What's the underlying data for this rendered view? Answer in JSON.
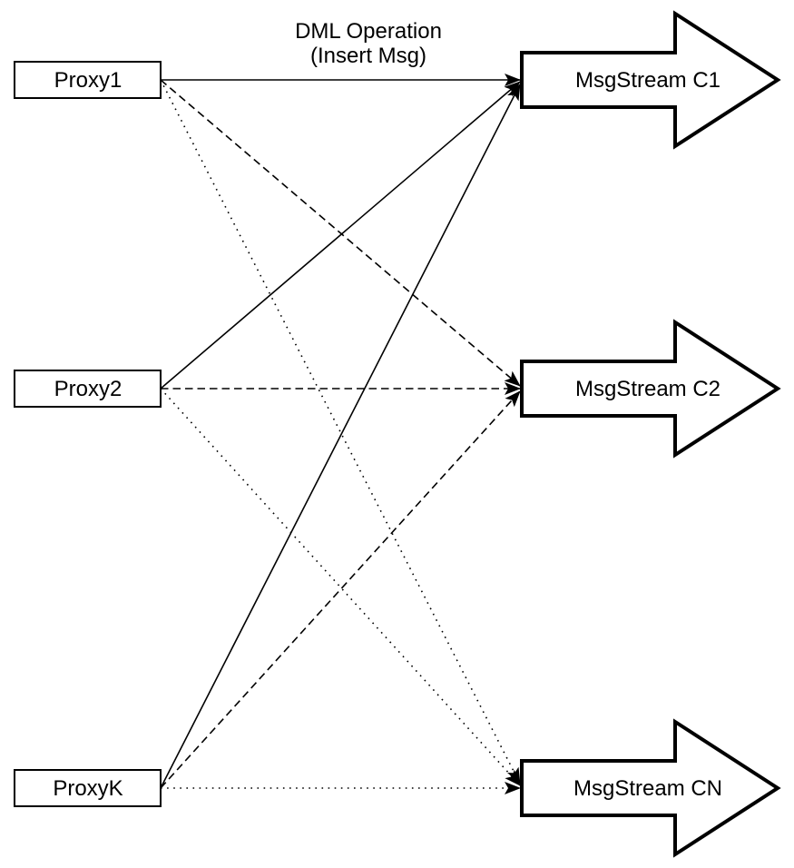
{
  "diagram": {
    "background_color": "#ffffff",
    "stroke_color": "#000000",
    "annotation": {
      "line1": "DML Operation",
      "line2": "(Insert Msg)"
    },
    "proxies": [
      {
        "id": "proxy1",
        "label": "Proxy1"
      },
      {
        "id": "proxy2",
        "label": "Proxy2"
      },
      {
        "id": "proxyk",
        "label": "ProxyK"
      }
    ],
    "streams": [
      {
        "id": "c1",
        "label": "MsgStream C1"
      },
      {
        "id": "c2",
        "label": "MsgStream C2"
      },
      {
        "id": "cn",
        "label": "MsgStream CN"
      }
    ],
    "edges": [
      {
        "from": "Proxy1",
        "to": "MsgStream C1",
        "line_style": "solid"
      },
      {
        "from": "Proxy2",
        "to": "MsgStream C1",
        "line_style": "solid"
      },
      {
        "from": "ProxyK",
        "to": "MsgStream C1",
        "line_style": "solid"
      },
      {
        "from": "Proxy1",
        "to": "MsgStream C2",
        "line_style": "dashed"
      },
      {
        "from": "Proxy2",
        "to": "MsgStream C2",
        "line_style": "dashed"
      },
      {
        "from": "ProxyK",
        "to": "MsgStream C2",
        "line_style": "dashed"
      },
      {
        "from": "Proxy1",
        "to": "MsgStream CN",
        "line_style": "dotted"
      },
      {
        "from": "Proxy2",
        "to": "MsgStream CN",
        "line_style": "dotted"
      },
      {
        "from": "ProxyK",
        "to": "MsgStream CN",
        "line_style": "dotted"
      }
    ]
  }
}
